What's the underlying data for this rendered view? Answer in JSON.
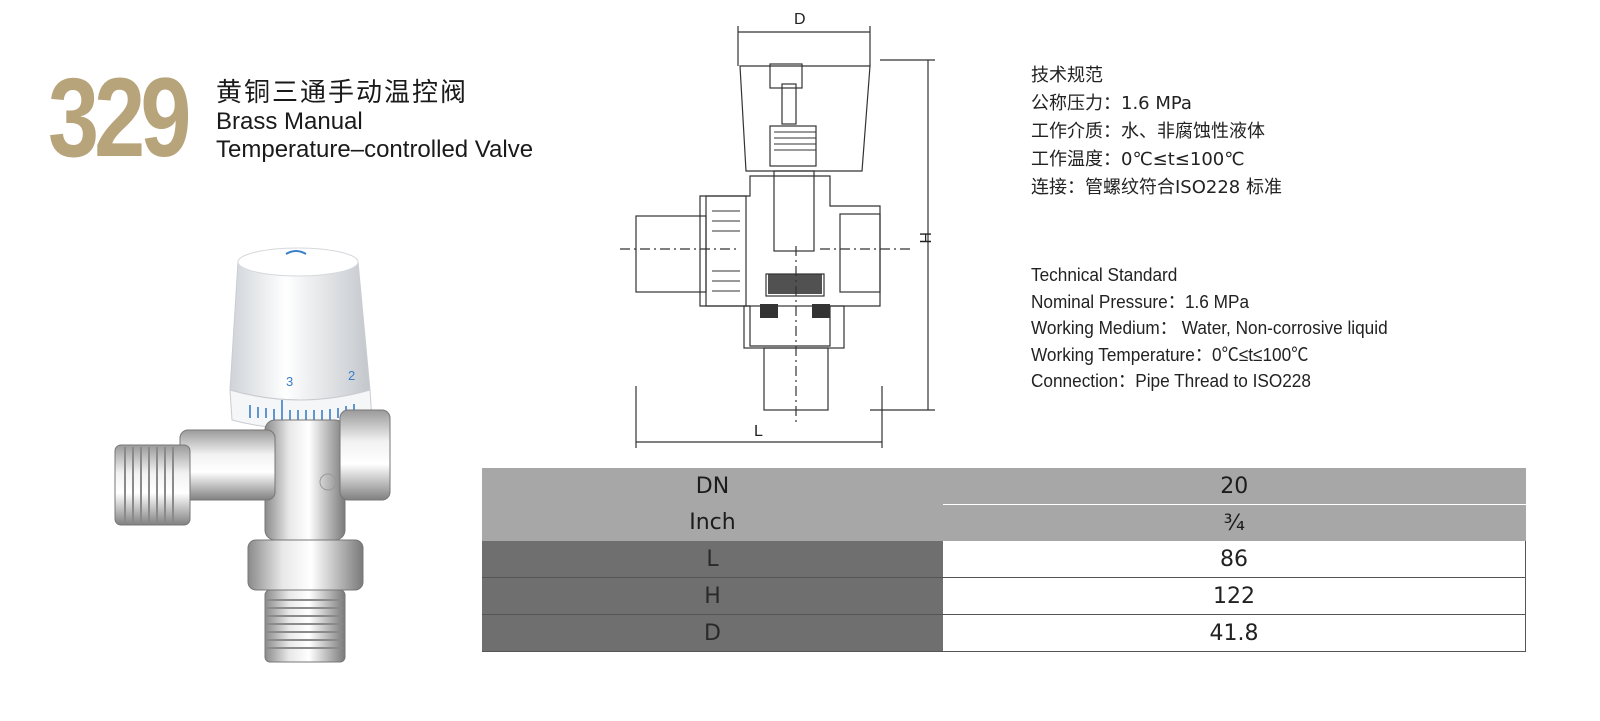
{
  "header": {
    "model_number": "329",
    "title_cn": "黄铜三通手动温控阀",
    "title_en_line1": "Brass Manual",
    "title_en_line2": "Temperature–controlled Valve",
    "model_color": "#b8a47a"
  },
  "photo": {
    "dial_numbers": [
      "3",
      "2"
    ],
    "dial_color": "#3a7fc8"
  },
  "drawing": {
    "dim_d": "D",
    "dim_h": "H",
    "dim_l": "L"
  },
  "specs_cn": {
    "title": "技术规范",
    "pressure": "公称压力：1.6 MPa",
    "medium": "工作介质：水、非腐蚀性液体",
    "temperature": "工作温度：0℃≤t≤100℃",
    "connection": "连接：管螺纹符合ISO228 标准"
  },
  "specs_en": {
    "title": "Technical Standard",
    "pressure": "Nominal Pressure：1.6 MPa",
    "medium": "Working Medium： Water, Non-corrosive liquid",
    "temperature": "Working Temperature：0℃≤t≤100℃",
    "connection": "Connection：Pipe Thread to ISO228"
  },
  "table": {
    "rows": [
      {
        "label": "DN",
        "value": "20"
      },
      {
        "label": "Inch",
        "value": "¾"
      },
      {
        "label": "L",
        "value": "86"
      },
      {
        "label": "H",
        "value": "122"
      },
      {
        "label": "D",
        "value": "41.8"
      }
    ]
  }
}
